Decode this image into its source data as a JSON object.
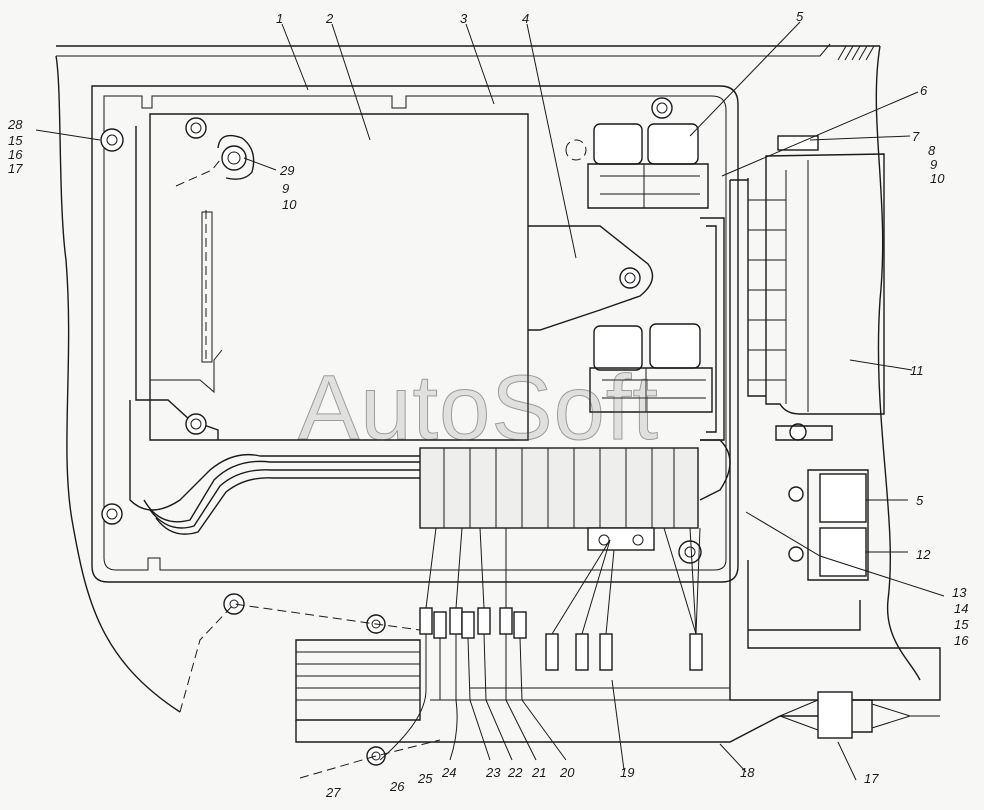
{
  "watermark": "AutoSoft",
  "callouts": {
    "n1": "1",
    "n2": "2",
    "n3": "3",
    "n4": "4",
    "n5_top": "5",
    "n6": "6",
    "n7": "7",
    "n8": "8",
    "n9_right": "9",
    "n10_right": "10",
    "n11": "11",
    "n5_right": "5",
    "n12": "12",
    "n13": "13",
    "n14": "14",
    "n15_right": "15",
    "n16_right": "16",
    "n17_bottom": "17",
    "n18": "18",
    "n19": "19",
    "n20": "20",
    "n21": "21",
    "n22": "22",
    "n23": "23",
    "n24": "24",
    "n25": "25",
    "n26": "26",
    "n27": "27",
    "n28": "28",
    "n15_left": "15",
    "n16_left": "16",
    "n17_left": "17",
    "n29": "29",
    "n9_left": "9",
    "n10_left": "10"
  }
}
